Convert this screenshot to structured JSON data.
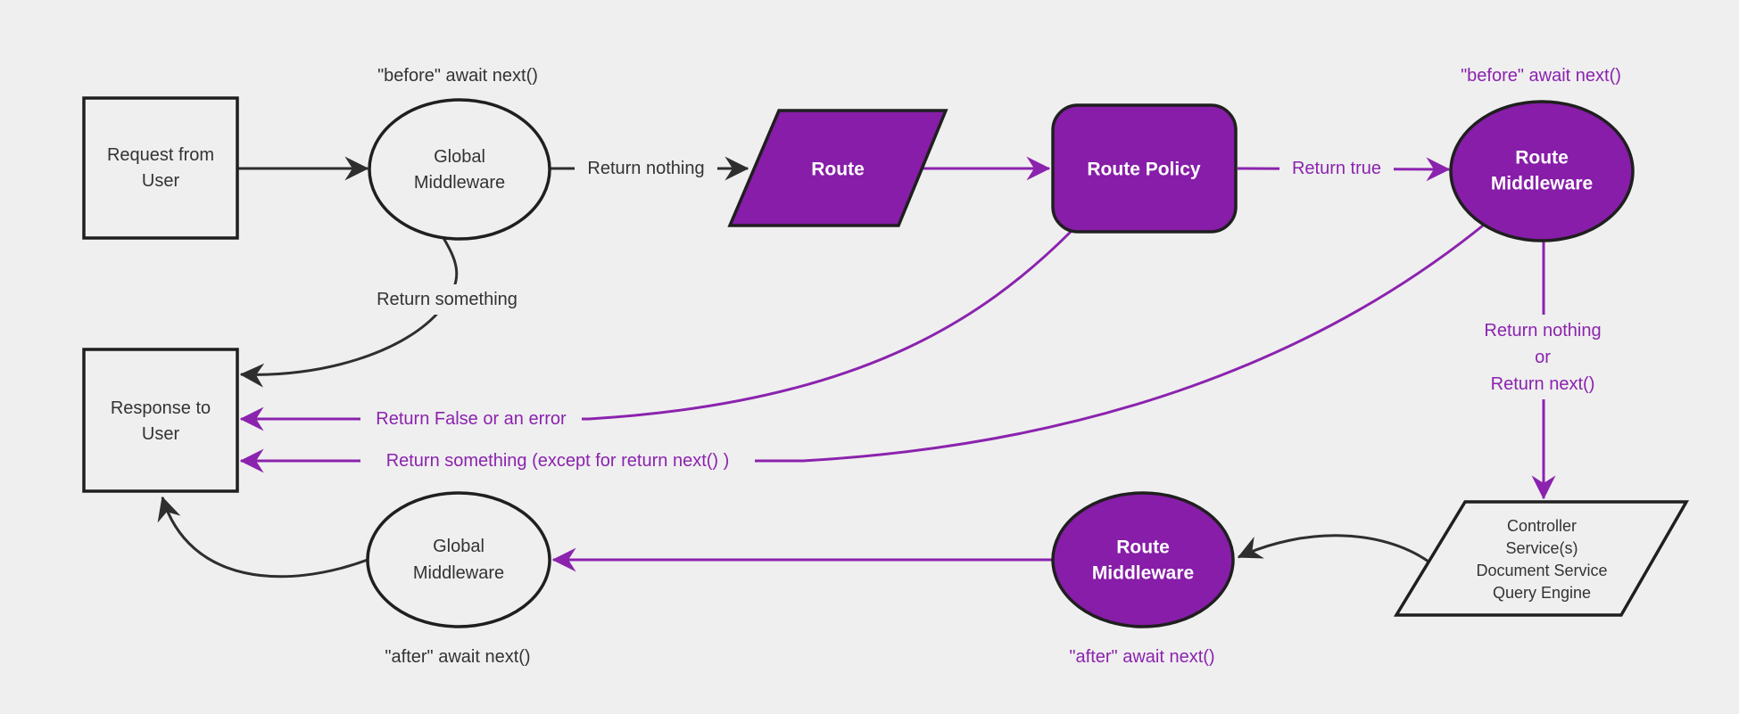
{
  "colors": {
    "background": "#efefef",
    "purple_fill": "#871DA8",
    "purple_line": "#8B23AE",
    "dark_line": "#2E2E2E",
    "dark_text": "#333333",
    "white_text": "#FFFFFF",
    "node_border": "#1F1F1F",
    "light_fill": "#EFEFEF"
  },
  "nodes": {
    "request_user": {
      "lines": [
        "Request from",
        "User"
      ]
    },
    "global_middleware_top": {
      "lines": [
        "Global",
        "Middleware"
      ]
    },
    "route": {
      "label": "Route"
    },
    "route_policy": {
      "label": "Route Policy"
    },
    "route_middleware_top": {
      "lines": [
        "Route",
        "Middleware"
      ]
    },
    "services": {
      "lines": [
        "Controller",
        "Service(s)",
        "Document Service",
        "Query Engine"
      ]
    },
    "route_middleware_bottom": {
      "lines": [
        "Route",
        "Middleware"
      ]
    },
    "global_middleware_bottom": {
      "lines": [
        "Global",
        "Middleware"
      ]
    },
    "response_user": {
      "lines": [
        "Response to",
        "User"
      ]
    }
  },
  "edge_labels": {
    "before_await_next_global": "\"before\" await next()",
    "before_await_next_route": "\"before\" await next()",
    "return_nothing": "Return nothing",
    "return_true": "Return true",
    "return_something": "Return something",
    "return_false_or_error": "Return False or an error",
    "return_something_except": "Return something (except for return next() )",
    "return_nothing_or_next": {
      "lines": [
        "Return nothing",
        "or",
        "Return next()"
      ]
    },
    "after_await_next_route": "\"after\" await next()",
    "after_await_next_global": "\"after\" await next()"
  }
}
